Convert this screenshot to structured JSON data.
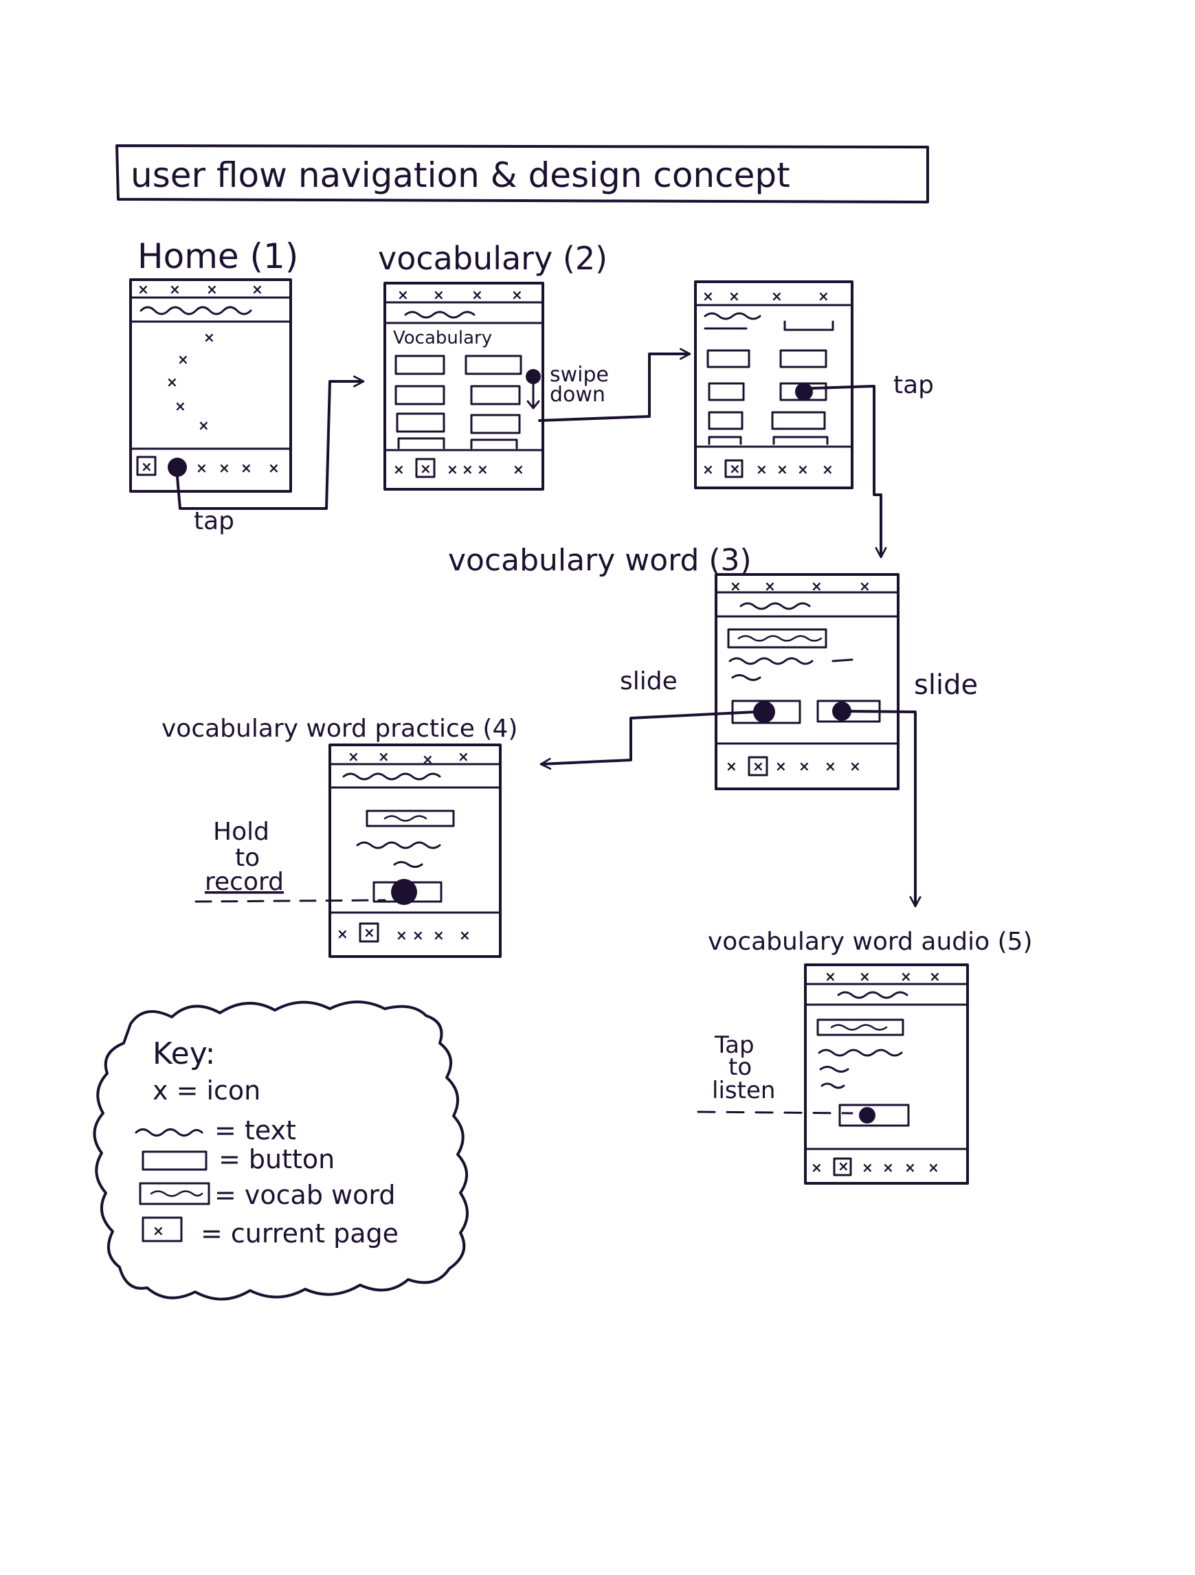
{
  "title": "user flow navigation & design concept",
  "screens": {
    "home": {
      "label": "Home (1)"
    },
    "vocabulary": {
      "label": "vocabulary (2)",
      "header_text": "Vocabulary"
    },
    "vocab_word": {
      "label": "vocabulary word (3)"
    },
    "vocab_practice": {
      "label": "vocabulary word practice (4)"
    },
    "vocab_audio": {
      "label": "vocabulary word audio (5)"
    }
  },
  "annotations": {
    "tap_home": "tap",
    "swipe_line1": "swipe",
    "swipe_line2": "down",
    "tap_list": "tap",
    "slide_left": "slide",
    "slide_right": "slide",
    "hold_line1": "Hold",
    "hold_line2": "to",
    "hold_line3": "record",
    "listen_line1": "Tap",
    "listen_line2": "to",
    "listen_line3": "listen"
  },
  "icon_glyph": "×",
  "key": {
    "title": "Key:",
    "items": [
      {
        "symbol": "x-icon",
        "label": "x = icon"
      },
      {
        "symbol": "squiggle-icon",
        "label": "= text"
      },
      {
        "symbol": "button-icon",
        "label": "= button"
      },
      {
        "symbol": "vocab-word-icon",
        "label": "= vocab word"
      },
      {
        "symbol": "current-page-icon",
        "label": "= current page"
      }
    ]
  },
  "colors": {
    "ink": "#1c1030",
    "paper": "#ffffff"
  }
}
